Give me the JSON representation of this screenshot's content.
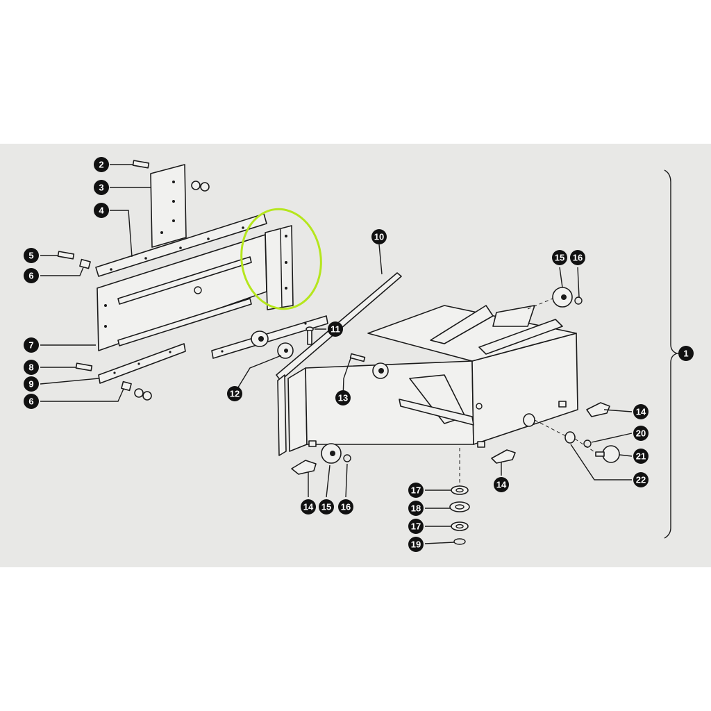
{
  "background_color": "#ffffff",
  "paper_color": "#e8e8e6",
  "highlight_color": "#b5e61d",
  "ink_color": "#111111",
  "callouts": [
    {
      "label": "1"
    },
    {
      "label": "2"
    },
    {
      "label": "3"
    },
    {
      "label": "4"
    },
    {
      "label": "5"
    },
    {
      "label": "6"
    },
    {
      "label": "6"
    },
    {
      "label": "7"
    },
    {
      "label": "8"
    },
    {
      "label": "9"
    },
    {
      "label": "10"
    },
    {
      "label": "11"
    },
    {
      "label": "12"
    },
    {
      "label": "13"
    },
    {
      "label": "14"
    },
    {
      "label": "14"
    },
    {
      "label": "14"
    },
    {
      "label": "15"
    },
    {
      "label": "15"
    },
    {
      "label": "16"
    },
    {
      "label": "16"
    },
    {
      "label": "17"
    },
    {
      "label": "17"
    },
    {
      "label": "18"
    },
    {
      "label": "19"
    },
    {
      "label": "20"
    },
    {
      "label": "21"
    },
    {
      "label": "22"
    }
  ]
}
